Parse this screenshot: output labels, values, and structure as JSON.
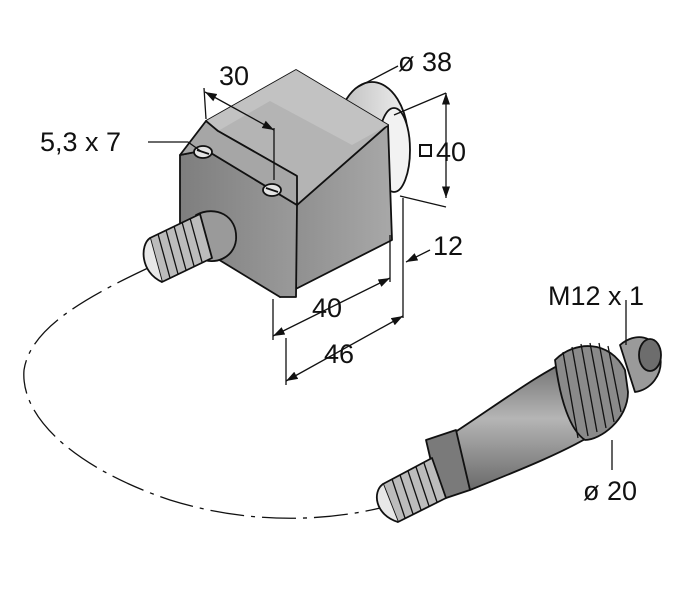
{
  "labels": {
    "slot": "5,3 x 7",
    "depth": "30",
    "flange_diameter": "ø 38",
    "square": "40",
    "flange_thickness": "12",
    "width": "40",
    "overall_width": "46",
    "thread": "M12 x 1",
    "connector_diameter": "ø 20"
  },
  "colors": {
    "housing_front": "#8f8f8f",
    "housing_top": "#b4b4b4",
    "housing_side": "#9e9e9e",
    "flange": "#d9d9d9",
    "connector": "#8a8a8a",
    "line": "#111111"
  }
}
